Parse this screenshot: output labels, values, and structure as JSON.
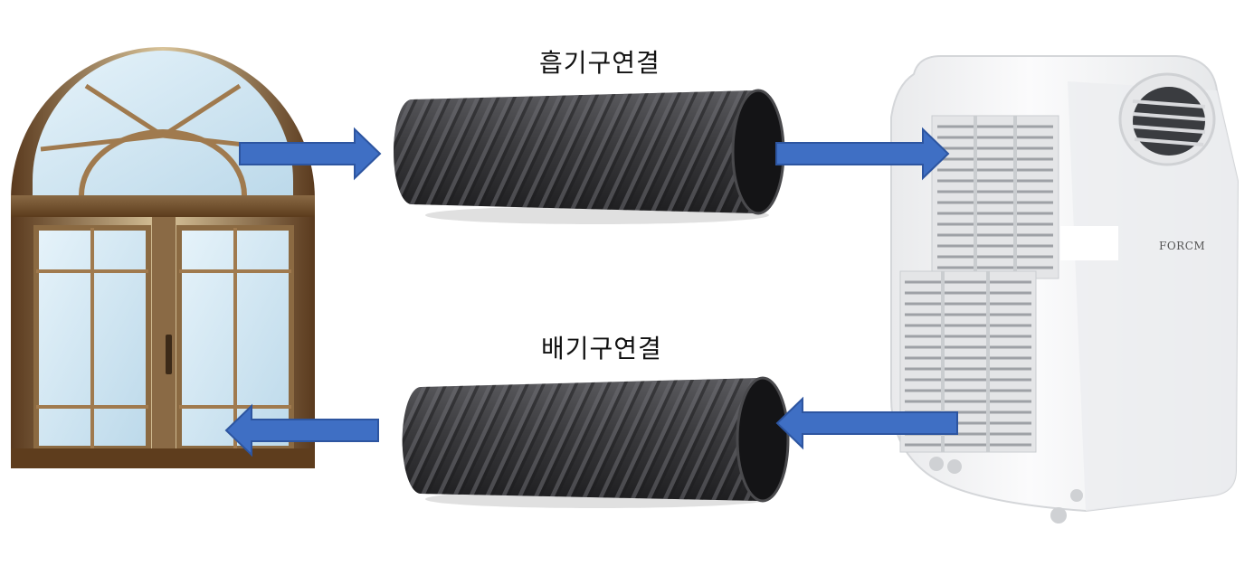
{
  "labels": {
    "intake": "흡기구연결",
    "exhaust": "배기구연결"
  },
  "brand": "FORCM",
  "colors": {
    "arrow": "#3f6fc4",
    "arrow_stroke": "#2d55a0",
    "hose": "#3c3c3e",
    "window_frame": "#7a5230",
    "window_glass": "#cfe6f2",
    "ac_body": "#f3f4f5"
  },
  "icons": [
    "window-icon",
    "hose-icon",
    "air-conditioner-icon",
    "arrow-right-icon",
    "arrow-left-icon"
  ]
}
